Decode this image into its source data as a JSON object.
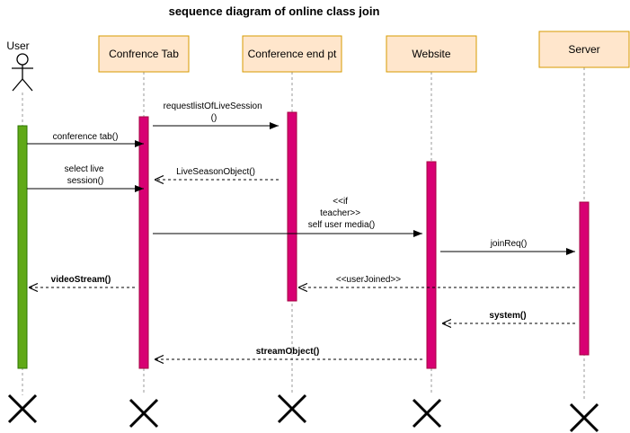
{
  "title": "sequence diagram of online class join",
  "actor": {
    "label": "User"
  },
  "participants": [
    {
      "id": "tab",
      "label": "Confrence Tab"
    },
    {
      "id": "endpoint",
      "label": "Conference end pt"
    },
    {
      "id": "website",
      "label": "Website"
    },
    {
      "id": "server",
      "label": "Server"
    }
  ],
  "messages": [
    {
      "id": "m1",
      "lines": [
        "requestlistOfLiveSession",
        "()"
      ]
    },
    {
      "id": "m2",
      "lines": [
        "conference tab()"
      ]
    },
    {
      "id": "m3",
      "lines": [
        "LiveSeasonObject()"
      ]
    },
    {
      "id": "m4",
      "lines": [
        "select live",
        "session()"
      ]
    },
    {
      "id": "m5",
      "lines": [
        "<<if",
        "teacher>>",
        "self user media()"
      ]
    },
    {
      "id": "m6",
      "lines": [
        "joinReq()"
      ]
    },
    {
      "id": "m7",
      "lines": [
        "videoStream()"
      ]
    },
    {
      "id": "m8",
      "lines": [
        "<<userJoined>>"
      ]
    },
    {
      "id": "m9",
      "lines": [
        "system()"
      ]
    },
    {
      "id": "m10",
      "lines": [
        "streamObject()"
      ]
    }
  ],
  "colors": {
    "participant_fill": "#ffe6cc",
    "participant_stroke": "#d79b00",
    "activation_magenta": "#d80073",
    "activation_green": "#60a917",
    "line": "#000000",
    "lifeline": "#999999"
  }
}
